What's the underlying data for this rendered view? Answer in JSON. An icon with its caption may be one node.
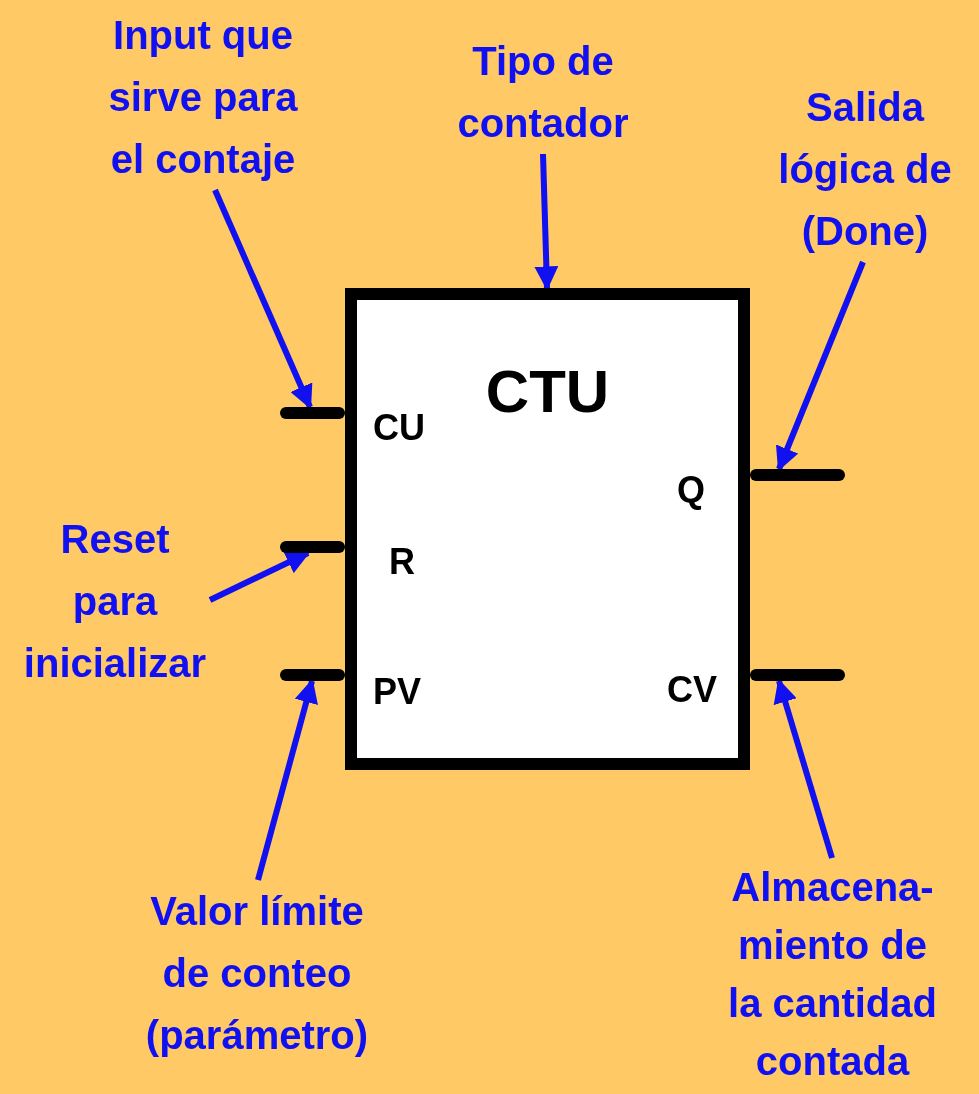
{
  "diagram": {
    "nodes": [
      {
        "text": [
          "CTU",
          "CU",
          "R",
          "PV",
          "Q",
          "CV"
        ]
      },
      {
        "text": [],
        "shape": "bar"
      },
      {
        "text": [],
        "shape": "bar"
      },
      {
        "text": [],
        "shape": "bar"
      },
      {
        "text": [],
        "shape": "bar"
      },
      {
        "text": [],
        "shape": "bar"
      },
      {
        "text": [
          "Input que sirve para el contaje"
        ]
      },
      {
        "text": [
          "Tipo de contador"
        ]
      },
      {
        "text": [
          "Salida lógica de (Done)"
        ]
      },
      {
        "text": [
          "Reset para inicializar"
        ]
      },
      {
        "text": [
          "Valor límite de conteo (parámetro)"
        ]
      },
      {
        "text": [
          "Almacena- miento de la cantidad contada"
        ]
      }
    ],
    "edges": [
      {
        "from": 6,
        "to": 1,
        "arrow": "to"
      },
      {
        "from": 7,
        "to": 0,
        "arrow": "to"
      },
      {
        "from": 8,
        "to": 4,
        "arrow": "to"
      },
      {
        "from": 9,
        "to": 2,
        "arrow": "to"
      },
      {
        "from": 10,
        "to": 3,
        "arrow": "to"
      },
      {
        "from": 11,
        "to": 5,
        "arrow": "to"
      }
    ]
  }
}
